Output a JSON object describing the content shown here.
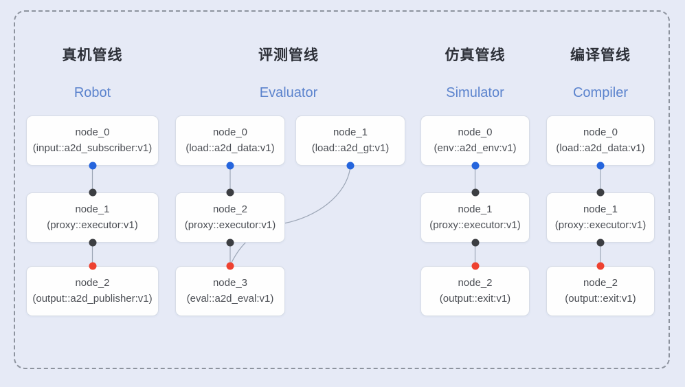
{
  "diagram": {
    "frame_style": "dashed rounded rectangle",
    "colors": {
      "background": "#e6eaf6",
      "frame_border": "#8d939e",
      "node_fill": "#fefefe",
      "node_border": "#d7dce6",
      "node_text": "#4b4e54",
      "title_zh": "#2d3038",
      "title_en": "#5b83cd",
      "edge_line": "#9ca6b6",
      "port_blue": "#2565dd",
      "port_black": "#3c3e42",
      "port_red": "#ee4130"
    },
    "port_legend": {
      "blue_dot": "source-output-port",
      "black_dot": "intermediate-port",
      "red_dot": "final-input-port"
    }
  },
  "pipelines": [
    {
      "id": "robot",
      "title_zh": "真机管线",
      "title_en": "Robot",
      "nodes": [
        {
          "name": "node_0",
          "detail": "(input::a2d_subscriber:v1)"
        },
        {
          "name": "node_1",
          "detail": "(proxy::executor:v1)"
        },
        {
          "name": "node_2",
          "detail": "(output::a2d_publisher:v1)"
        }
      ],
      "edges": [
        {
          "from": "node_0",
          "to": "node_1"
        },
        {
          "from": "node_1",
          "to": "node_2"
        }
      ]
    },
    {
      "id": "evaluator",
      "title_zh": "评测管线",
      "title_en": "Evaluator",
      "nodes": [
        {
          "name": "node_0",
          "detail": "(load::a2d_data:v1)"
        },
        {
          "name": "node_1",
          "detail": "(load::a2d_gt:v1)"
        },
        {
          "name": "node_2",
          "detail": "(proxy::executor:v1)"
        },
        {
          "name": "node_3",
          "detail": "(eval::a2d_eval:v1)"
        }
      ],
      "edges": [
        {
          "from": "node_0",
          "to": "node_2"
        },
        {
          "from": "node_2",
          "to": "node_3"
        },
        {
          "from": "node_1",
          "to": "node_3",
          "shape": "curved"
        }
      ]
    },
    {
      "id": "simulator",
      "title_zh": "仿真管线",
      "title_en": "Simulator",
      "nodes": [
        {
          "name": "node_0",
          "detail": "(env::a2d_env:v1)"
        },
        {
          "name": "node_1",
          "detail": "(proxy::executor:v1)"
        },
        {
          "name": "node_2",
          "detail": "(output::exit:v1)"
        }
      ],
      "edges": [
        {
          "from": "node_0",
          "to": "node_1"
        },
        {
          "from": "node_1",
          "to": "node_2"
        }
      ]
    },
    {
      "id": "compiler",
      "title_zh": "编译管线",
      "title_en": "Compiler",
      "nodes": [
        {
          "name": "node_0",
          "detail": "(load::a2d_data:v1)"
        },
        {
          "name": "node_1",
          "detail": "(proxy::executor:v1)"
        },
        {
          "name": "node_2",
          "detail": "(output::exit:v1)"
        }
      ],
      "edges": [
        {
          "from": "node_0",
          "to": "node_1"
        },
        {
          "from": "node_1",
          "to": "node_2"
        }
      ]
    }
  ]
}
